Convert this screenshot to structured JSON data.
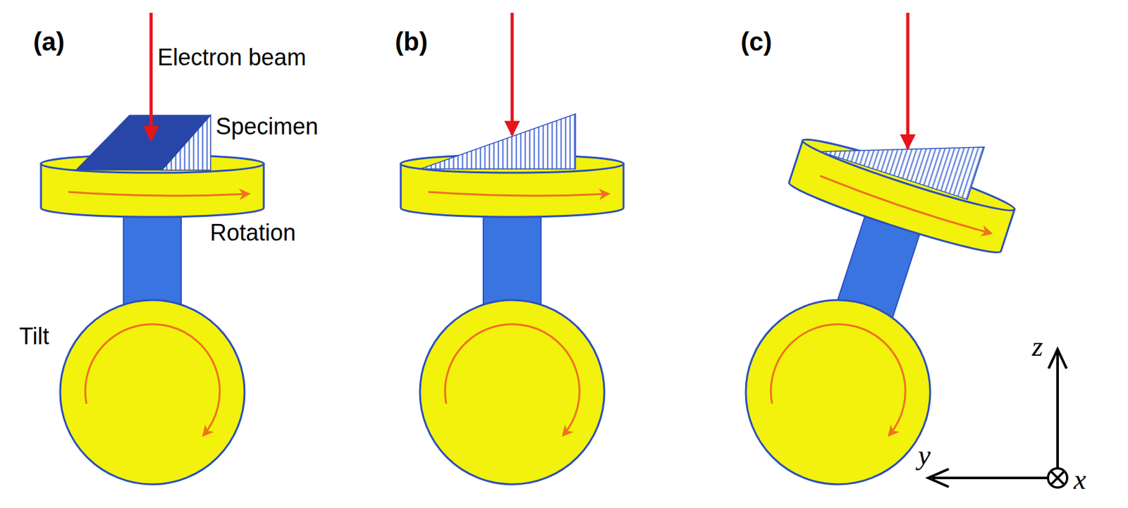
{
  "diagram": {
    "labels": [
      "(a)",
      "Electron beam",
      "Specimen",
      "Rotation",
      "Tilt",
      "(b)",
      "(c)",
      "z",
      "y",
      "x"
    ]
  }
}
